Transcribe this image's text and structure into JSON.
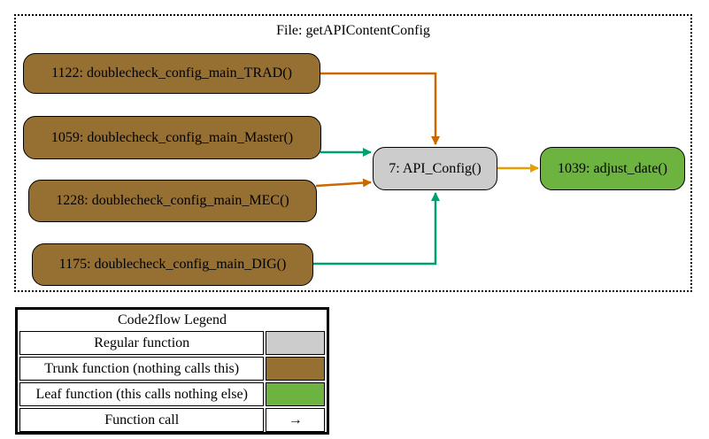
{
  "cluster": {
    "title": "File: getAPIContentConfig"
  },
  "nodes": {
    "trad": {
      "label": "1122: doublecheck_config_main_TRAD()"
    },
    "master": {
      "label": "1059: doublecheck_config_main_Master()"
    },
    "mec": {
      "label": "1228: doublecheck_config_main_MEC()"
    },
    "dig": {
      "label": "1175: doublecheck_config_main_DIG()"
    },
    "api": {
      "label": "7: API_Config()"
    },
    "adjust": {
      "label": "1039: adjust_date()"
    }
  },
  "edges": [
    {
      "from": "1122: doublecheck_config_main_TRAD()",
      "to": "7: API_Config()",
      "color": "#cc6600"
    },
    {
      "from": "1059: doublecheck_config_main_Master()",
      "to": "7: API_Config()",
      "color": "#009e73"
    },
    {
      "from": "1228: doublecheck_config_main_MEC()",
      "to": "7: API_Config()",
      "color": "#cc6600"
    },
    {
      "from": "1175: doublecheck_config_main_DIG()",
      "to": "7: API_Config()",
      "color": "#009e73"
    },
    {
      "from": "7: API_Config()",
      "to": "1039: adjust_date()",
      "color": "#e69f00"
    }
  ],
  "legend": {
    "title": "Code2flow Legend",
    "rows": [
      {
        "label": "Regular function",
        "swatch_color": "#cccccc",
        "symbol": ""
      },
      {
        "label": "Trunk function (nothing calls this)",
        "swatch_color": "#966f33",
        "symbol": ""
      },
      {
        "label": "Leaf function (this calls nothing else)",
        "swatch_color": "#6db33f",
        "symbol": ""
      },
      {
        "label": "Function call",
        "swatch_color": "#ffffff",
        "symbol": "→"
      }
    ]
  },
  "colors": {
    "trunk": "#966f33",
    "regular": "#cccccc",
    "leaf": "#6db33f",
    "edge_orange": "#cc6600",
    "edge_green": "#009e73",
    "edge_yellow": "#e69f00"
  }
}
